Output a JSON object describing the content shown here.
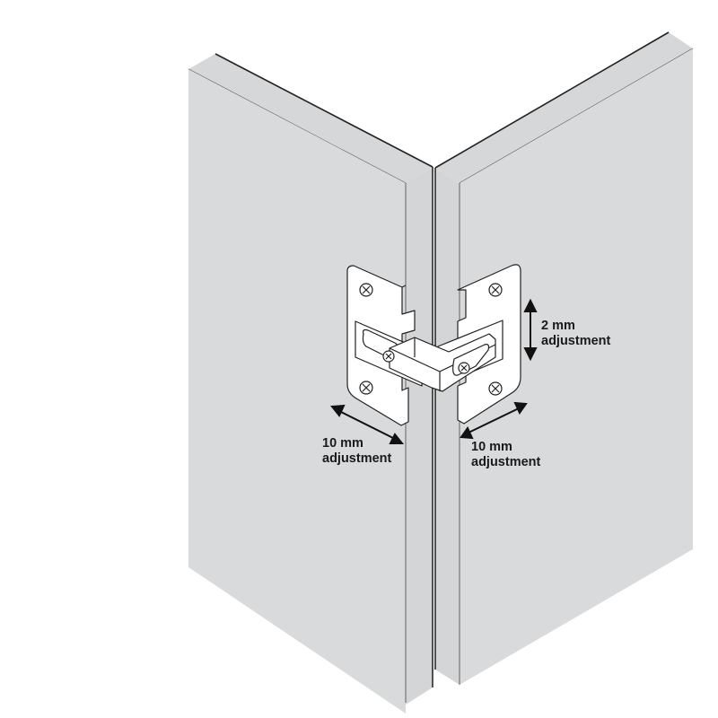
{
  "diagram": {
    "subject": "Corner cabinet door hinge with adjustment directions",
    "colors": {
      "panel_fill": "#d9dadb",
      "panel_edge": "#d2d3d4",
      "outline": "#222222",
      "hinge_fill": "#ffffff",
      "background": "#ffffff",
      "text": "#1a1a1a"
    },
    "labels": {
      "vertical": {
        "line1": "2 mm",
        "line2": "adjustment"
      },
      "left_side": {
        "line1": "10 mm",
        "line2": "adjustment"
      },
      "right_side": {
        "line1": "10 mm",
        "line2": "adjustment"
      }
    }
  }
}
